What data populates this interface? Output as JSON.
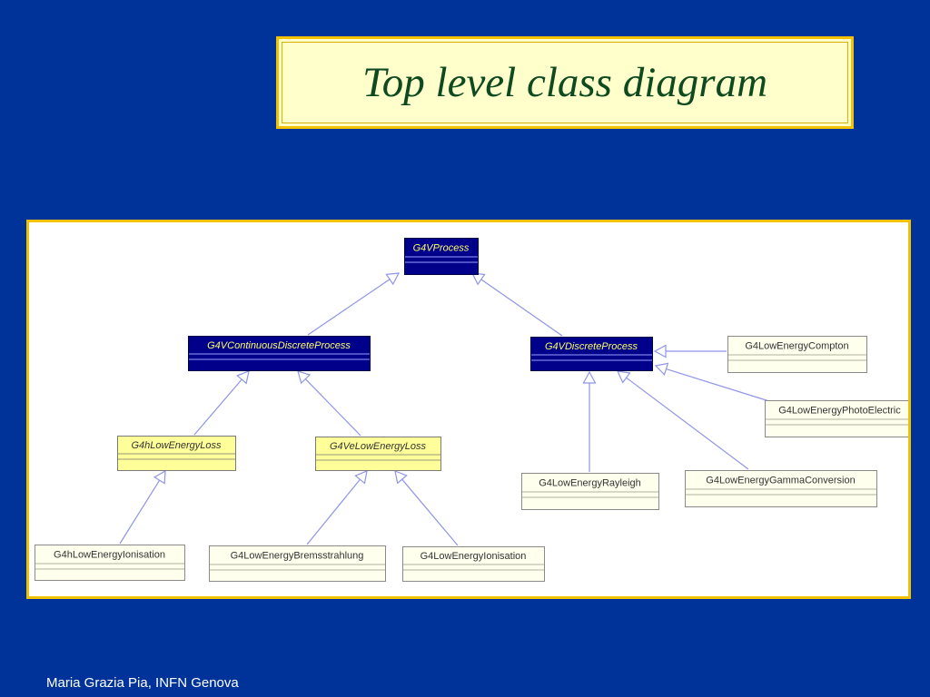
{
  "slide": {
    "title": "Top level class diagram",
    "footer": "Maria Grazia Pia, INFN Genova"
  },
  "colors": {
    "background": "#00339a",
    "frame_border": "#f2c200",
    "title_fill": "#ffffcc",
    "title_text": "#0e4a1f",
    "abstract_class_fill": "#00008b",
    "abstract_class_text": "#ffff66",
    "intermediate_class_fill": "#ffff99",
    "concrete_class_fill": "#ffffee",
    "edge_color": "#8f95e6"
  },
  "diagram": {
    "classes": {
      "g4vprocess": "G4VProcess",
      "g4vcontinuousdiscreteprocess": "G4VContinuousDiscreteProcess",
      "g4vdiscreteprocess": "G4VDiscreteProcess",
      "g4hlowenergyloss": "G4hLowEnergyLoss",
      "g4velowenergyloss": "G4VeLowEnergyLoss",
      "g4hlowenergyionisation": "G4hLowEnergyIonisation",
      "g4lowenergybremsstrahlung": "G4LowEnergyBremsstrahlung",
      "g4lowenergyionisation": "G4LowEnergyIonisation",
      "g4lowenergycompton": "G4LowEnergyCompton",
      "g4lowenergyphotoelectric": "G4LowEnergyPhotoElectric",
      "g4lowenergyrayleigh": "G4LowEnergyRayleigh",
      "g4lowenergygammaconversion": "G4LowEnergyGammaConversion"
    },
    "inheritance": [
      {
        "child": "g4vcontinuousdiscreteprocess",
        "parent": "g4vprocess"
      },
      {
        "child": "g4vdiscreteprocess",
        "parent": "g4vprocess"
      },
      {
        "child": "g4hlowenergyloss",
        "parent": "g4vcontinuousdiscreteprocess"
      },
      {
        "child": "g4velowenergyloss",
        "parent": "g4vcontinuousdiscreteprocess"
      },
      {
        "child": "g4hlowenergyionisation",
        "parent": "g4hlowenergyloss"
      },
      {
        "child": "g4lowenergybremsstrahlung",
        "parent": "g4velowenergyloss"
      },
      {
        "child": "g4lowenergyionisation",
        "parent": "g4velowenergyloss"
      },
      {
        "child": "g4lowenergycompton",
        "parent": "g4vdiscreteprocess"
      },
      {
        "child": "g4lowenergyphotoelectric",
        "parent": "g4vdiscreteprocess"
      },
      {
        "child": "g4lowenergyrayleigh",
        "parent": "g4vdiscreteprocess"
      },
      {
        "child": "g4lowenergygammaconversion",
        "parent": "g4vdiscreteprocess"
      }
    ]
  }
}
